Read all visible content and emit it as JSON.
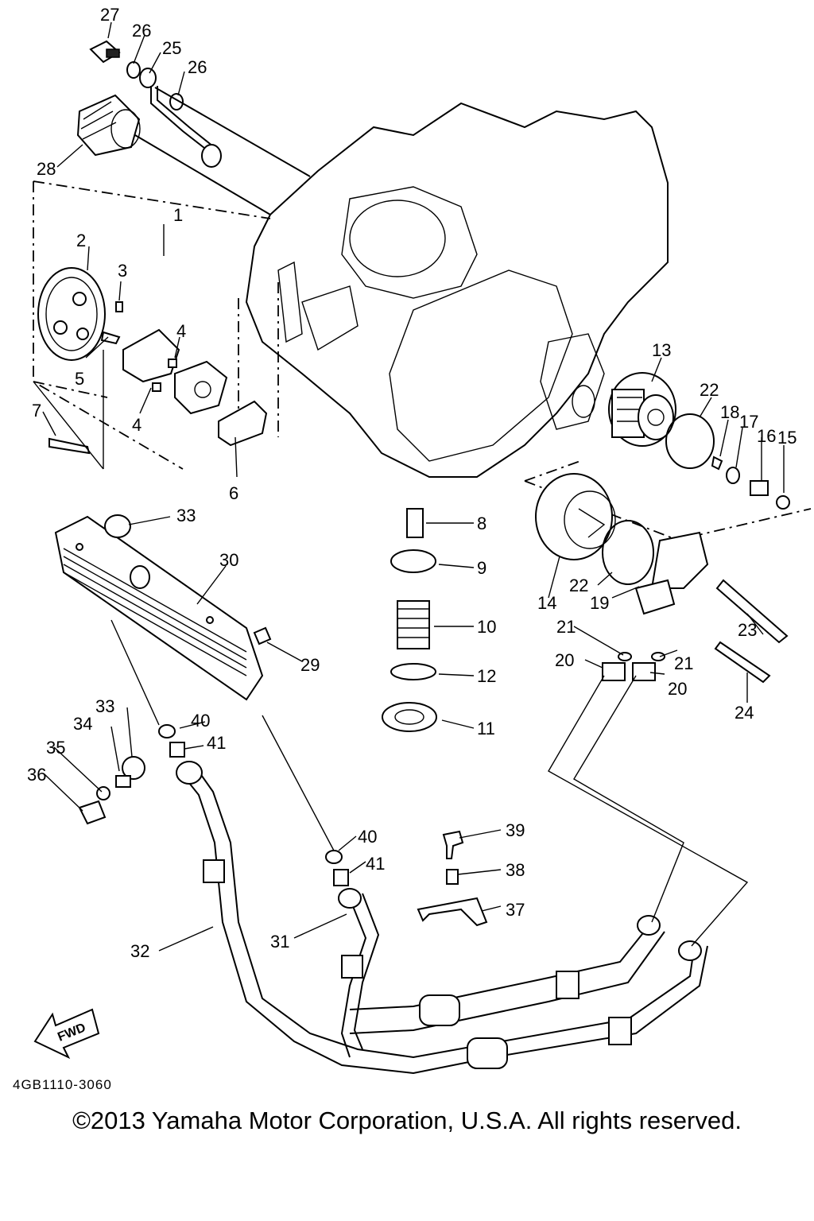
{
  "diagram": {
    "callouts": [
      "1",
      "2",
      "3",
      "4",
      "4",
      "5",
      "6",
      "7",
      "8",
      "9",
      "10",
      "11",
      "12",
      "13",
      "14",
      "15",
      "16",
      "17",
      "18",
      "19",
      "20",
      "20",
      "21",
      "21",
      "22",
      "22",
      "23",
      "24",
      "25",
      "26",
      "26",
      "27",
      "28",
      "29",
      "30",
      "31",
      "32",
      "33",
      "33",
      "34",
      "35",
      "36",
      "37",
      "38",
      "39",
      "40",
      "40",
      "41",
      "41"
    ],
    "drawing_code": "4GB1110-3060",
    "fwd_label": "FWD"
  },
  "footer": {
    "copyright": "©2013 Yamaha Motor Corporation, U.S.A. All rights reserved."
  }
}
